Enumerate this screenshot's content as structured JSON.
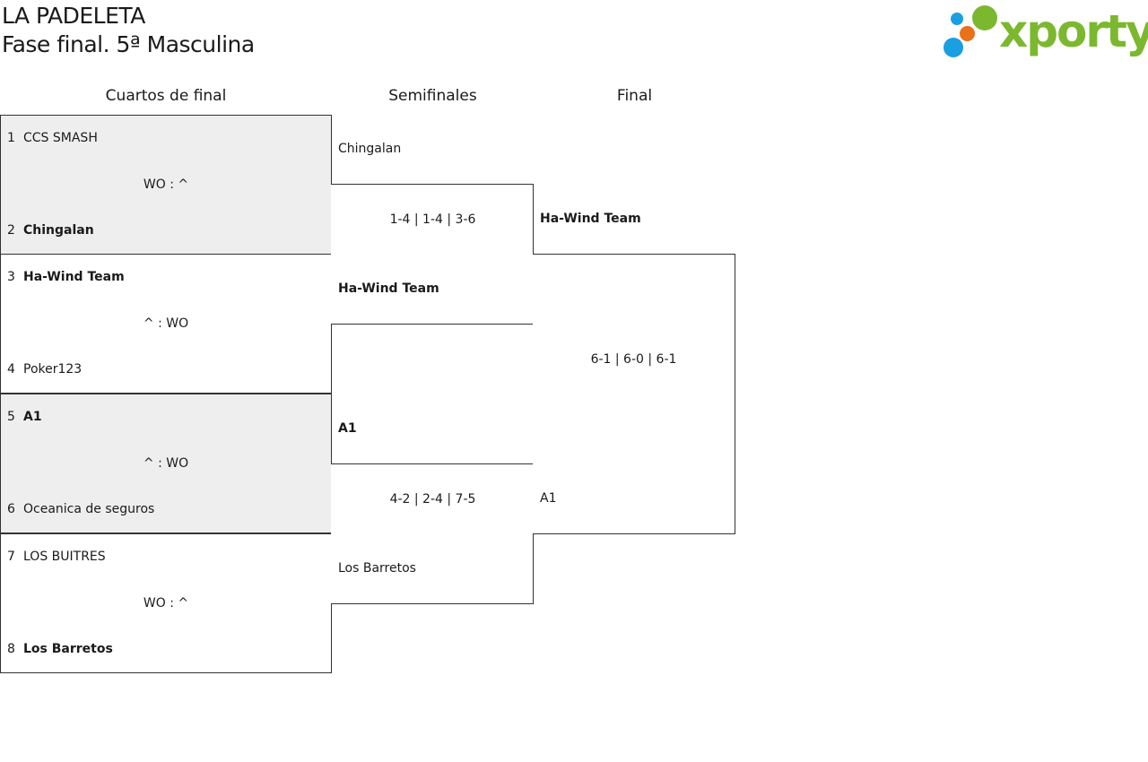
{
  "header": {
    "title": "LA PADELETA",
    "subtitle": "Fase final. 5ª Masculina",
    "logo_text": "xporty"
  },
  "rounds": {
    "quarterfinals": "Cuartos de final",
    "semifinals": "Semifinales",
    "final": "Final"
  },
  "quarterfinals": [
    {
      "seed1": "1",
      "team1": "CCS SMASH",
      "seed2": "2",
      "team2": "Chingalan",
      "score": "WO : ^",
      "winner": 2
    },
    {
      "seed1": "3",
      "team1": "Ha-Wind Team",
      "seed2": "4",
      "team2": "Poker123",
      "score": "^ : WO",
      "winner": 1
    },
    {
      "seed1": "5",
      "team1": "A1",
      "seed2": "6",
      "team2": "Oceanica de seguros",
      "score": "^ : WO",
      "winner": 1
    },
    {
      "seed1": "7",
      "team1": "LOS BUITRES",
      "seed2": "8",
      "team2": "Los Barretos",
      "score": "WO : ^",
      "winner": 2
    }
  ],
  "semifinals": [
    {
      "team1": "Chingalan",
      "team2": "Ha-Wind Team",
      "score": "1-4 | 1-4 | 3-6",
      "winner": 2
    },
    {
      "team1": "A1",
      "team2": "Los Barretos",
      "score": "4-2 | 2-4 | 7-5",
      "winner": 1
    }
  ],
  "final": {
    "team1": "Ha-Wind Team",
    "team2": "A1",
    "score": "6-1 | 6-0 | 6-1",
    "winner": 1
  },
  "colors": {
    "brand_green": "#7cb82f",
    "brand_blue": "#1a9fe0",
    "brand_orange": "#e8711a",
    "shade": "#eeeeee"
  }
}
